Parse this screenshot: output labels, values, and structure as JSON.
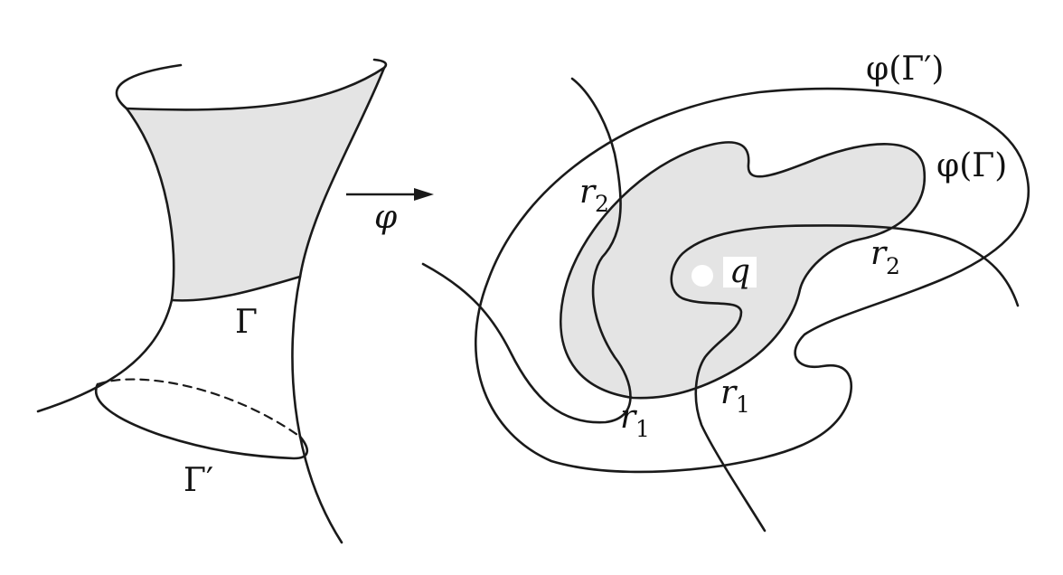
{
  "colors": {
    "stroke": "#1a1a1a",
    "shaded_region": "#e4e4e4",
    "background": "#ffffff",
    "point": "#ffffff"
  },
  "labels": {
    "gamma": "Γ",
    "gamma_prime": "Γ′",
    "map": "φ",
    "phi_gamma_prime": "φ(Γ′)",
    "phi_gamma": "φ(Γ)",
    "point": "q",
    "r": "r",
    "sub1": "1",
    "sub2": "2"
  }
}
